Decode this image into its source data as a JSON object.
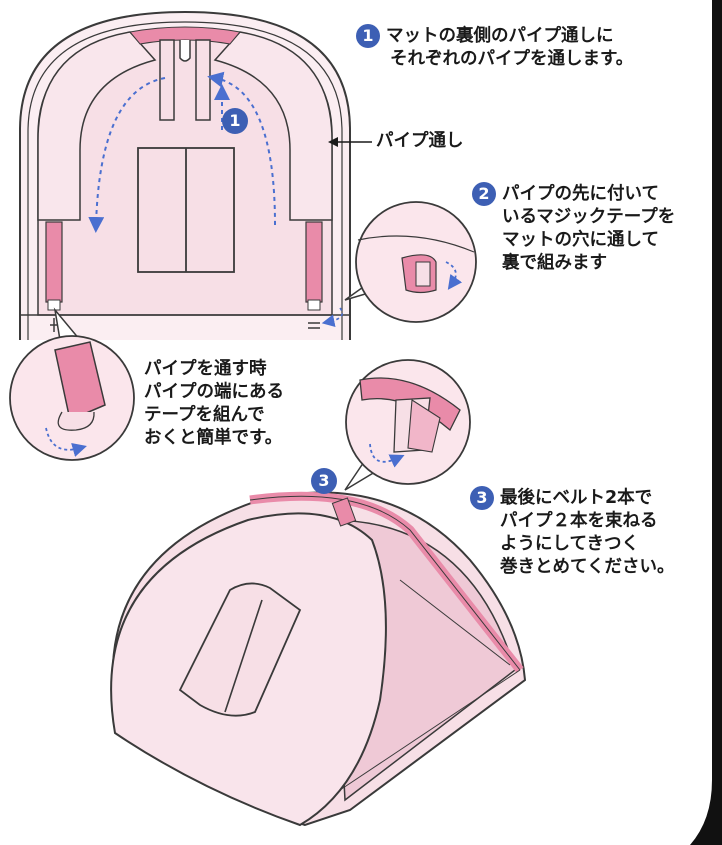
{
  "colors": {
    "mat_fill": "#f7dfe6",
    "mat_outline": "#3a3a3a",
    "pipe_pink": "#e98ba9",
    "pipe_sleeve": "#f1b6c9",
    "step_circle": "#3d5fb4",
    "arrow_blue": "#4a6fd0",
    "callout_fill": "#fbe6ec"
  },
  "step1": {
    "number": "1",
    "lines": [
      "マットの裏側のパイプ通しに",
      "それぞれのパイプを通します。"
    ],
    "diagram_marker": "1"
  },
  "pipe_label": "パイプ通し",
  "step2": {
    "number": "2",
    "lines": [
      "パイプの先に付いて",
      "いるマジックテープを",
      "マットの穴に通して",
      "裏で組みます"
    ]
  },
  "tip": {
    "lines": [
      "パイプを通す時",
      "パイプの端にある",
      "テープを組んで",
      "おくと簡単です。"
    ]
  },
  "step3": {
    "number": "3",
    "marker": "3",
    "lines": [
      "最後にベルト2本で",
      "パイプ２本を束ねる",
      "ようにしてきつく",
      "巻きとめてください。"
    ]
  }
}
